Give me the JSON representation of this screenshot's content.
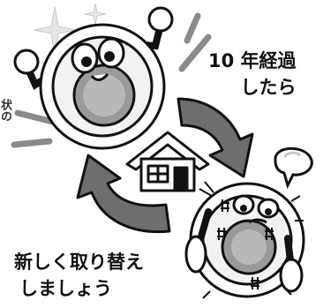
{
  "captions": {
    "top_line1": "10 年経過",
    "top_line2": "したら",
    "bottom_line1": "新しく取り替え",
    "bottom_line2": "しましょう"
  },
  "edge_text": "状の",
  "colors": {
    "outline": "#111111",
    "arrow_gray": "#6e6e6e",
    "face_gray": "#9a9a9a",
    "light_gray": "#d8d8d8",
    "white": "#ffffff"
  },
  "icons": [
    "happy-detector-icon",
    "worn-detector-icon",
    "house-icon",
    "cycle-arrow-icon",
    "speech-bubble-icon",
    "sparkle-icon"
  ]
}
